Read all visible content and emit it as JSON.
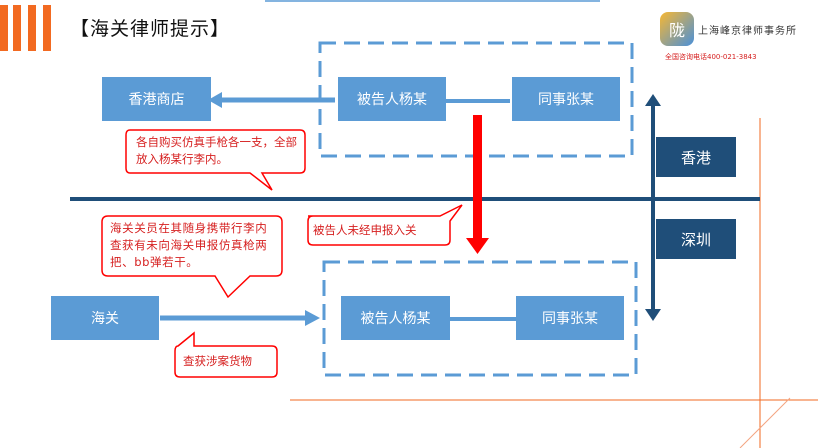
{
  "slide": {
    "title": "【海关律师提示】"
  },
  "logo": {
    "icon_text": "陇",
    "firm_name": "上海峰京律师事务所",
    "phone": "全国咨询电话400-021-3843"
  },
  "regions": {
    "hong_kong": "香港",
    "shenzhen": "深圳"
  },
  "nodes": {
    "hk_store": "香港商店",
    "top_defendant": "被告人杨某",
    "top_colleague": "同事张某",
    "customs": "海关",
    "bottom_defendant": "被告人杨某",
    "bottom_colleague": "同事张某"
  },
  "callouts": {
    "purchase": "各自购买仿真手枪各一支，全部放入杨某行李内。",
    "no_declaration": "被告人未经申报入关",
    "customs_found": "海关关员在其随身携带行李内查获有未向海关申报仿真枪两把、bb弹若干。",
    "seized": "查获涉案货物"
  },
  "colors": {
    "accent_orange": "#f26a21",
    "box_blue": "#5b9bd5",
    "region_navy": "#1f4e79",
    "dashed_frame": "#5b9bd5",
    "alert_red": "#ff0000"
  }
}
